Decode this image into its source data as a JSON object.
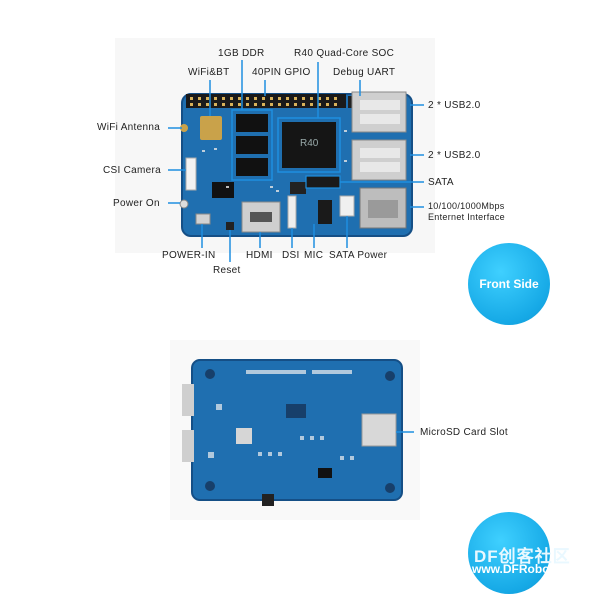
{
  "front_labels": {
    "ddr": "1GB DDR",
    "soc": "R40 Quad-Core SOC",
    "wifi_bt": "WiFi&BT",
    "gpio": "40PIN GPIO",
    "debug_uart": "Debug UART",
    "wifi_antenna": "WiFi Antenna",
    "usb_top": "2 * USB2.0",
    "csi_camera": "CSI Camera",
    "usb_mid": "2 * USB2.0",
    "sata": "SATA",
    "power_on": "Power On",
    "ethernet_line1": "10/100/1000Mbps",
    "ethernet_line2": "Enternet Interface",
    "power_in": "POWER-IN",
    "hdmi": "HDMI",
    "dsi": "DSI",
    "mic": "MIC",
    "sata_power": "SATA Power",
    "reset": "Reset"
  },
  "back_labels": {
    "microsd": "MicroSD Card Slot"
  },
  "board_marks": {
    "soc_chip": "R40"
  },
  "badges": {
    "front_side": "Front Side"
  },
  "watermark": {
    "line1": "DF创客社区",
    "line2": "www.DFRobot.com.cn"
  },
  "colors": {
    "pcb": "#1f6fb0",
    "pcb_dark": "#154f86",
    "callout": "#1f8fe0",
    "badge": "#16a9e6"
  }
}
